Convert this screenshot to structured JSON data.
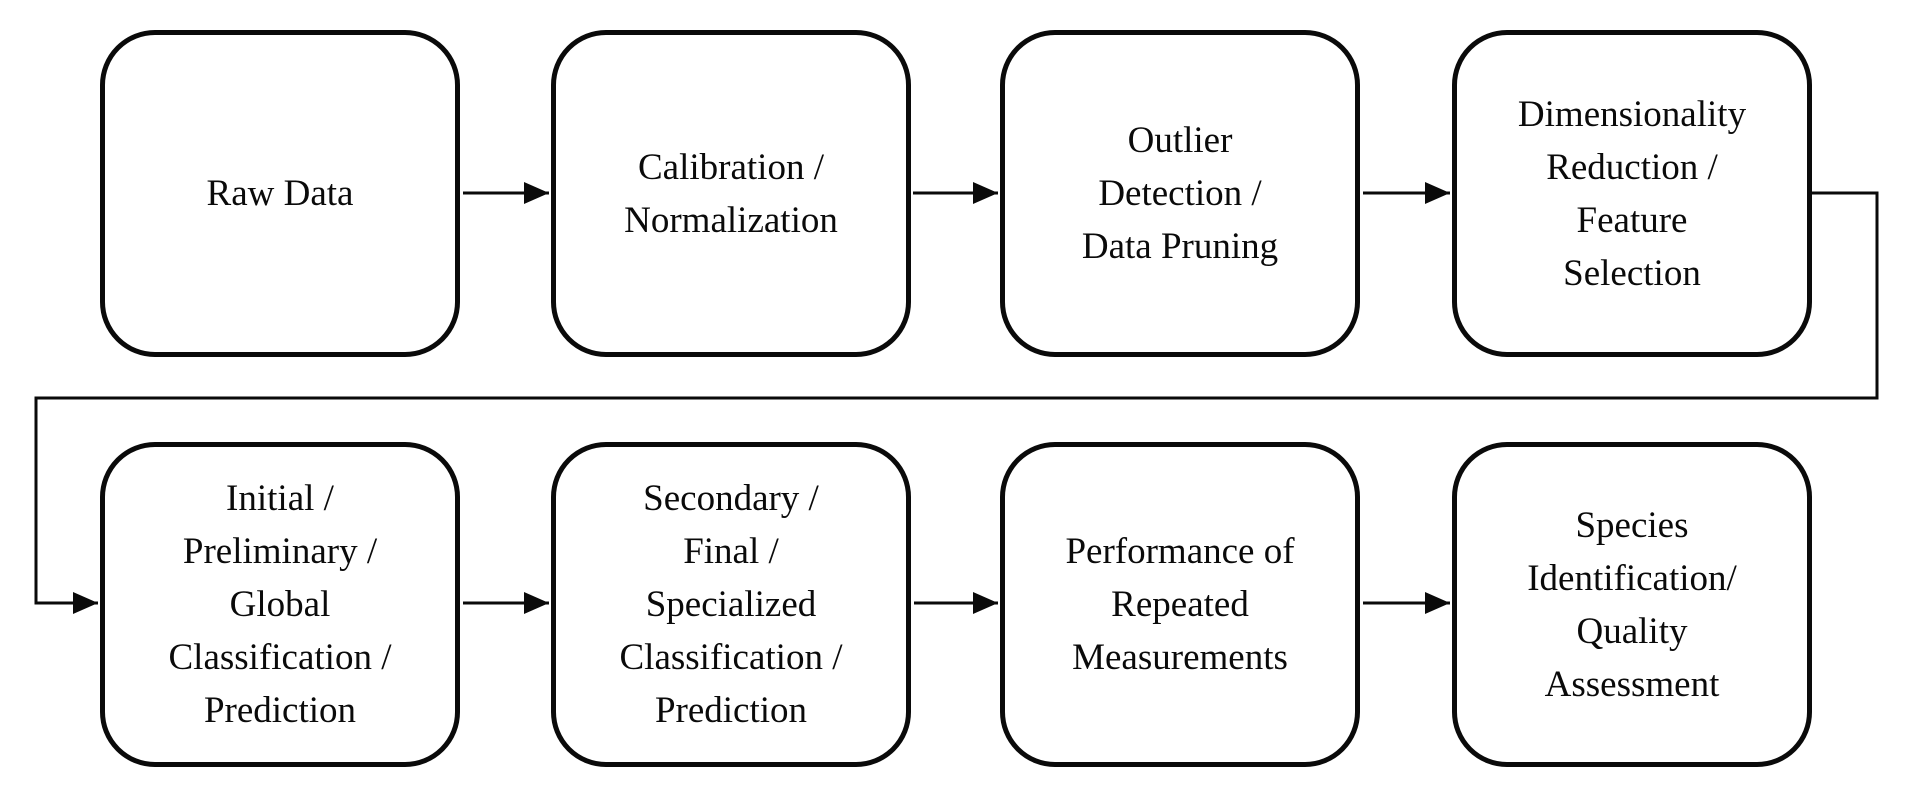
{
  "diagram": {
    "type": "flowchart",
    "colors": {
      "background": "#ffffff",
      "box_border": "#0a0a0a",
      "box_fill": "#ffffff",
      "arrow": "#0a0a0a",
      "text": "#0a0a0a"
    },
    "boxes": [
      {
        "id": "raw-data",
        "lines": [
          "Raw Data"
        ]
      },
      {
        "id": "calibration-normalization",
        "lines": [
          "Calibration /",
          "Normalization"
        ]
      },
      {
        "id": "outlier-detection-data-pruning",
        "lines": [
          "Outlier",
          "Detection /",
          "Data Pruning"
        ]
      },
      {
        "id": "dimensionality-reduction-feature-selection",
        "lines": [
          "Dimensionality",
          "Reduction /",
          "Feature",
          "Selection"
        ]
      },
      {
        "id": "initial-preliminary-global-classification-prediction",
        "lines": [
          "Initial /",
          "Preliminary /",
          "Global",
          "Classification /",
          "Prediction"
        ]
      },
      {
        "id": "secondary-final-specialized-classification-prediction",
        "lines": [
          "Secondary /",
          "Final /",
          "Specialized",
          "Classification /",
          "Prediction"
        ]
      },
      {
        "id": "performance-of-repeated-measurements",
        "lines": [
          "Performance of",
          "Repeated",
          "Measurements"
        ]
      },
      {
        "id": "species-identification-quality-assessment",
        "lines": [
          "Species",
          "Identification/",
          "Quality",
          "Assessment"
        ]
      }
    ],
    "flow_edges": [
      "Raw Data -> Calibration / Normalization",
      "Calibration / Normalization -> Outlier Detection / Data Pruning",
      "Outlier Detection / Data Pruning -> Dimensionality Reduction / Feature Selection",
      "Dimensionality Reduction / Feature Selection -> Initial / Preliminary / Global Classification / Prediction",
      "Initial / Preliminary / Global Classification / Prediction -> Secondary / Final / Specialized Classification / Prediction",
      "Secondary / Final / Specialized Classification / Prediction -> Performance of Repeated Measurements",
      "Performance of Repeated Measurements -> Species Identification/ Quality Assessment"
    ]
  }
}
